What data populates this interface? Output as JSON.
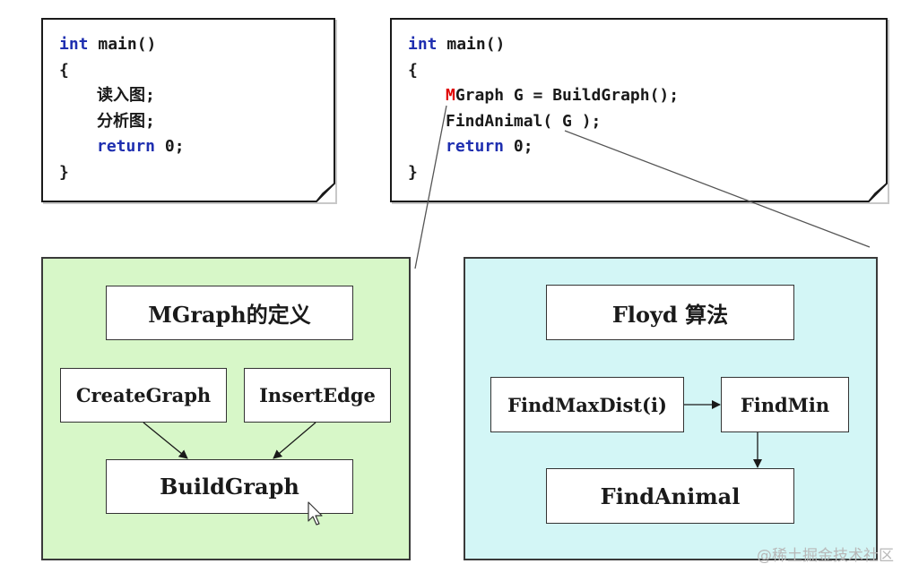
{
  "colors": {
    "keyword": "#1f2fb0",
    "highlight": "#e00000",
    "left_panel_bg": "#d7f7c8",
    "right_panel_bg": "#d3f6f6",
    "text": "#1a1a1a"
  },
  "left_code": {
    "line1_kw": "int",
    "line1_rest": " main()",
    "line2": "{",
    "line3": "读入图;",
    "line4": "分析图;",
    "line5_kw": "return",
    "line5_rest": " 0;",
    "line6": "}"
  },
  "right_code": {
    "line1_kw": "int",
    "line1_rest": " main()",
    "line2": "{",
    "line3_highlight": "M",
    "line3_rest": "Graph G = BuildGraph();",
    "line4": "FindAnimal( G );",
    "line5_kw": "return",
    "line5_rest": " 0;",
    "line6": "}"
  },
  "left_panel": {
    "mgraph_def": "MGraph的定义",
    "create_graph": "CreateGraph",
    "insert_edge": "InsertEdge",
    "build_graph": "BuildGraph"
  },
  "right_panel": {
    "floyd": "Floyd 算法",
    "find_max_dist": "FindMaxDist(i)",
    "find_min": "FindMin",
    "find_animal": "FindAnimal"
  },
  "cursor_icon": "mouse-pointer-icon",
  "watermark": "@稀土掘金技术社区"
}
